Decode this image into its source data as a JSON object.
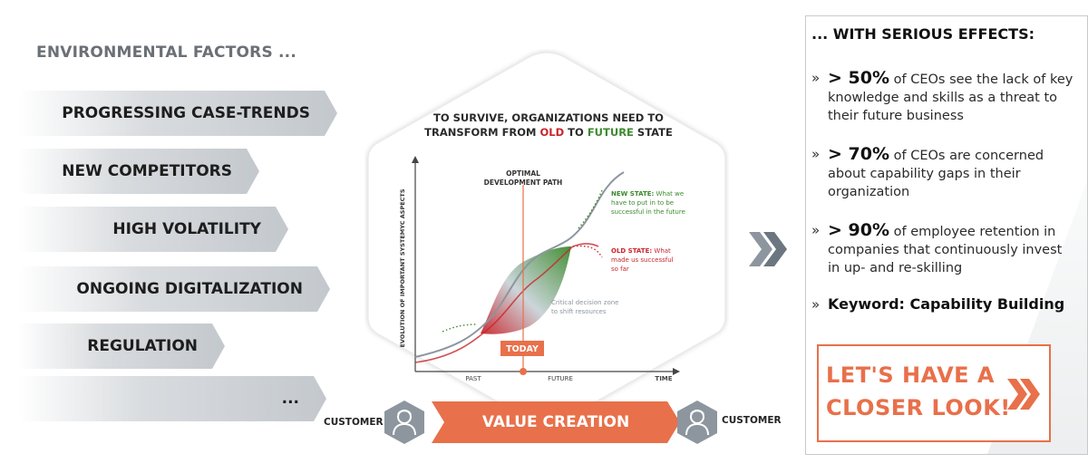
{
  "environment": {
    "title": "ENVIRONMENTAL FACTORS ...",
    "factors": [
      "PROGRESSING CASE-TRENDS",
      "NEW COMPETITORS",
      "HIGH VOLATILITY",
      "ONGOING DIGITALIZATION",
      "REGULATION",
      "..."
    ]
  },
  "transform": {
    "title_line1": "TO SURVIVE, ORGANIZATIONS NEED TO",
    "title_prefix": "TRANSFORM FROM ",
    "title_old": "OLD",
    "title_mid": " TO ",
    "title_future": "FUTURE",
    "title_suffix": " STATE",
    "y_axis_label": "EVOLUTION OF IMPORTANT SYSTEMYC ASPECTS",
    "optimal_path_line1": "OPTIMAL",
    "optimal_path_line2": "DEVELOPMENT PATH",
    "new_state_bold": "NEW STATE:",
    "new_state_text1": " What we",
    "new_state_text2": "have to put in to be",
    "new_state_text3": "successful in the future",
    "old_state_bold": "OLD STATE:",
    "old_state_text1": " What",
    "old_state_text2": "made us successful",
    "old_state_text3": "so far",
    "decision_zone_line1": "Critical decision zone",
    "decision_zone_line2": "to shift resources",
    "today_label": "TODAY",
    "x_past": "PAST",
    "x_future": "FUTURE",
    "x_time": "TIME"
  },
  "value_chain": {
    "left_customer": "CUSTOMER",
    "center": "VALUE CREATION",
    "right_customer": "CUSTOMER"
  },
  "effects": {
    "title": "... WITH SERIOUS EFFECTS:",
    "items": [
      {
        "stat": "> 50%",
        "text": " of CEOs see the lack of key knowledge and skills as a threat to their future business"
      },
      {
        "stat": "> 70%",
        "text": " of CEOs are concerned about capability gaps in their organization"
      },
      {
        "stat": "> 90%",
        "text": " of employee retention in companies that continuously invest in up- and re-skilling"
      }
    ],
    "keyword": "Keyword: Capability Building",
    "bullet": "»"
  },
  "cta": {
    "line1": "LET'S HAVE A",
    "line2": "CLOSER LOOK!"
  },
  "colors": {
    "accent_orange": "#e8704a",
    "old_red": "#c8262c",
    "future_green": "#3c8a2e",
    "factor_gray": "#c3c8cd",
    "icon_gray": "#8d969e"
  },
  "icons": [
    "chevron-double-right-icon",
    "customer-person-icon"
  ]
}
